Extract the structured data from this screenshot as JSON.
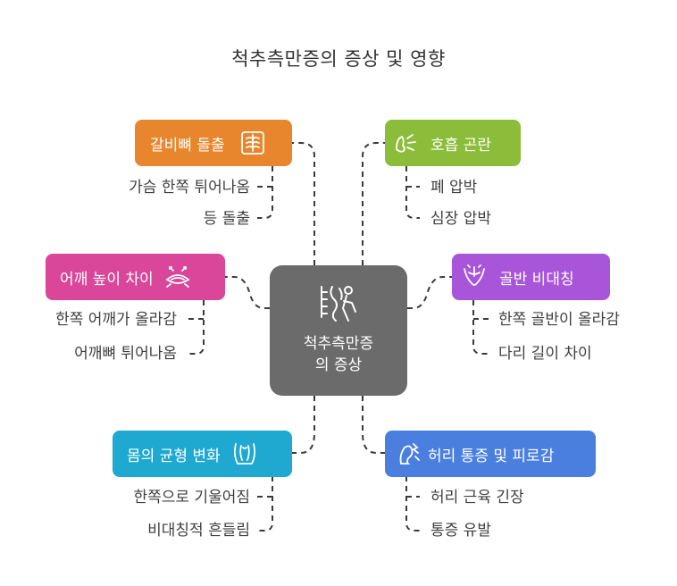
{
  "title": "척추측만증의 증상 및 영향",
  "center": {
    "line1": "척추측만증",
    "line2": "의 증상",
    "icon": "spine-icon",
    "color": "#6b6b6b"
  },
  "nodes": {
    "rib": {
      "label": "갈비뼈 돌출",
      "icon": "ribcage-icon",
      "color": "#e8862e",
      "items": [
        "가슴 한쪽 튀어나옴",
        "등 돌출"
      ]
    },
    "breath": {
      "label": "호흡 곤란",
      "icon": "lungs-breathing-icon",
      "color": "#8cbd3a",
      "items": [
        "폐 압박",
        "심장 압박"
      ]
    },
    "shoulder": {
      "label": "어깨 높이 차이",
      "icon": "shoulder-height-icon",
      "color": "#d9469a",
      "items": [
        "한쪽 어깨가 올라감",
        "어깨뼈 튀어나옴"
      ]
    },
    "pelvis": {
      "label": "골반 비대칭",
      "icon": "pelvis-icon",
      "color": "#a855d9",
      "items": [
        "한쪽 골반이 올라감",
        "다리 길이 차이"
      ]
    },
    "balance": {
      "label": "몸의 균형 변화",
      "icon": "body-balance-icon",
      "color": "#1fa8d0",
      "items": [
        "한쪽으로 기울어짐",
        "비대칭적 흔들림"
      ]
    },
    "back": {
      "label": "허리 통증 및 피로감",
      "icon": "back-pain-icon",
      "color": "#4a7fe0",
      "items": [
        "허리 근육 긴장",
        "통증 유발"
      ]
    }
  }
}
